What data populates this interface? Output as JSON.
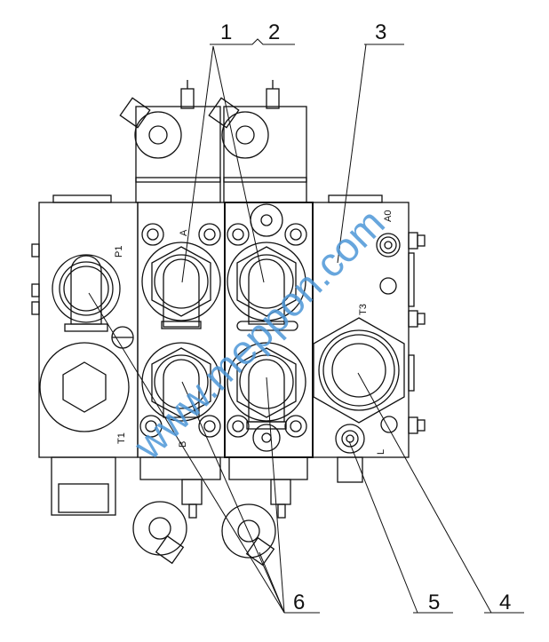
{
  "callouts": [
    "1",
    "2",
    "3",
    "4",
    "5",
    "6"
  ],
  "port_labels": {
    "p1": "P1",
    "t1": "T1",
    "a": "A",
    "b": "B",
    "t3": "T3",
    "a0": "A0",
    "l": "L"
  },
  "watermark": "www.meppon.com",
  "colors": {
    "line": "#111111",
    "watermark": "#4d97d8"
  }
}
